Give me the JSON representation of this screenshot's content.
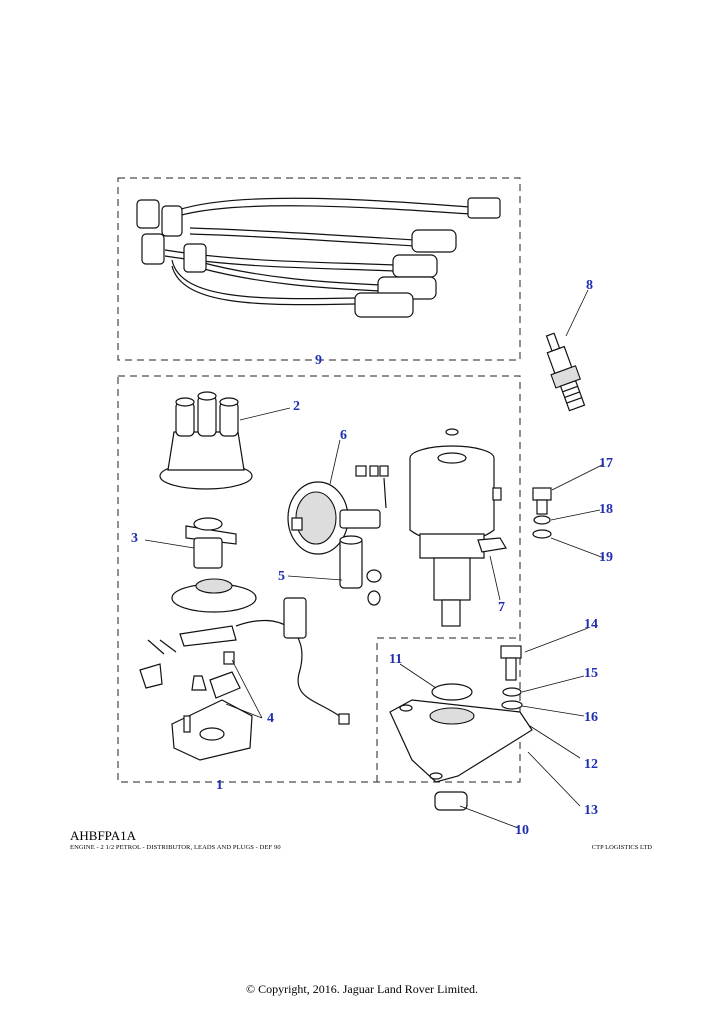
{
  "diagram": {
    "code": "AHBFPA1A",
    "caption": "ENGINE - 2 1/2 PETROL - DISTRIBUTOR, LEADS AND PLUGS - DEF 90",
    "supplier": "CTP LOGISTICS LTD",
    "copyright": "© Copyright, 2016. Jaguar Land Rover Limited.",
    "callout_color": "#1f2fb0"
  },
  "callouts": [
    "1",
    "2",
    "3",
    "4",
    "5",
    "6",
    "7",
    "8",
    "9",
    "10",
    "11",
    "12",
    "13",
    "14",
    "15",
    "16",
    "17",
    "18",
    "19"
  ]
}
